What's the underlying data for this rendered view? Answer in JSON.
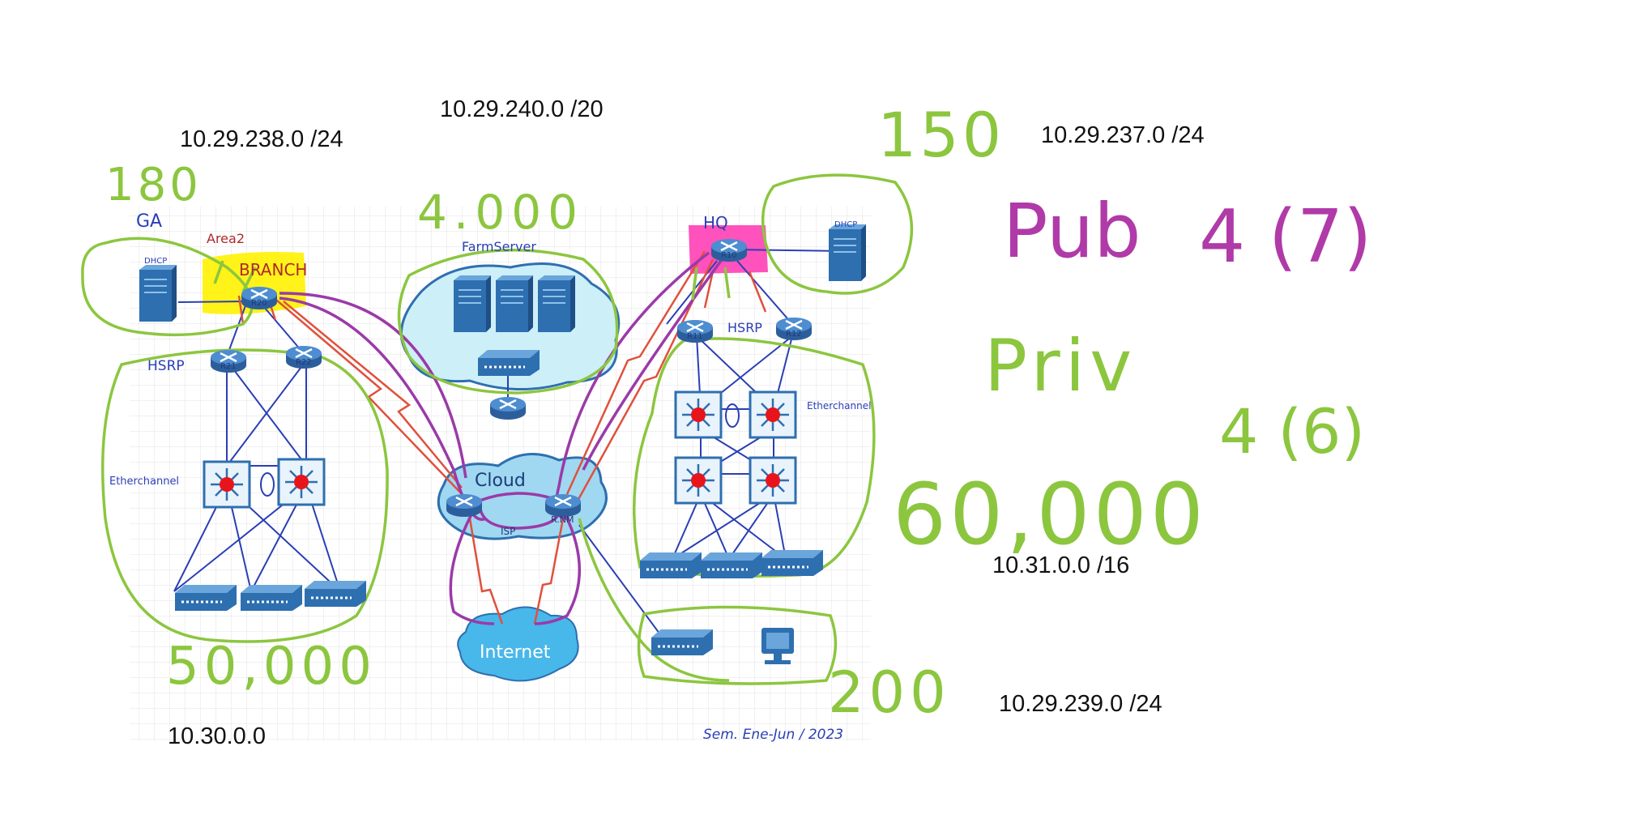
{
  "subnets": {
    "branch_lan": "10.29.238.0 /24",
    "server_farm": "10.29.240.0 /20",
    "hq_lan": "10.29.237.0 /24",
    "hq_campus": "10.31.0.0 /16",
    "edge_lan": "10.29.239.0 /24",
    "branch_campus": "10.30.0.0"
  },
  "handwritten": {
    "branch_hosts": "180",
    "server_hosts": "4.000",
    "hq_hosts": "150",
    "pub": "Pub",
    "pub_count": "4 (7)",
    "priv": "Priv",
    "priv_count": "4 (6)",
    "hq_campus_hosts": "60,000",
    "branch_campus_hosts": "50,000",
    "edge_hosts": "200"
  },
  "diagram": {
    "ga": "GA",
    "area2": "Area2",
    "branch": "BRANCH",
    "hq": "HQ",
    "farm_server": "FarmServer",
    "hsrp_left": "HSRP",
    "hsrp_right": "HSRP",
    "etherchannel_left": "Etherchannel",
    "etherchannel_right": "Etherchannel",
    "cloud": "Cloud",
    "isp": "ISP",
    "internet": "Internet",
    "dhcp_left": "DHCP",
    "dhcp_right": "DHCP",
    "router_r20": "R20",
    "router_r21": "R21",
    "router_r22": "R22",
    "router_r10": "R10",
    "router_r11": "R11",
    "router_r12": "R12",
    "router_rnm": "R.NM",
    "signature": "Sem. Ene-Jun / 2023"
  },
  "colors": {
    "annotation_green": "#8cc63f",
    "annotation_purple": "#b03aa8",
    "link_blue": "#2a3fb5",
    "wan_red": "#e0503c",
    "branch_highlight": "#fff200",
    "hq_highlight": "#ff3fb5",
    "cloud_fill": "#cdeff8",
    "device_blue": "#2e6fb0"
  }
}
